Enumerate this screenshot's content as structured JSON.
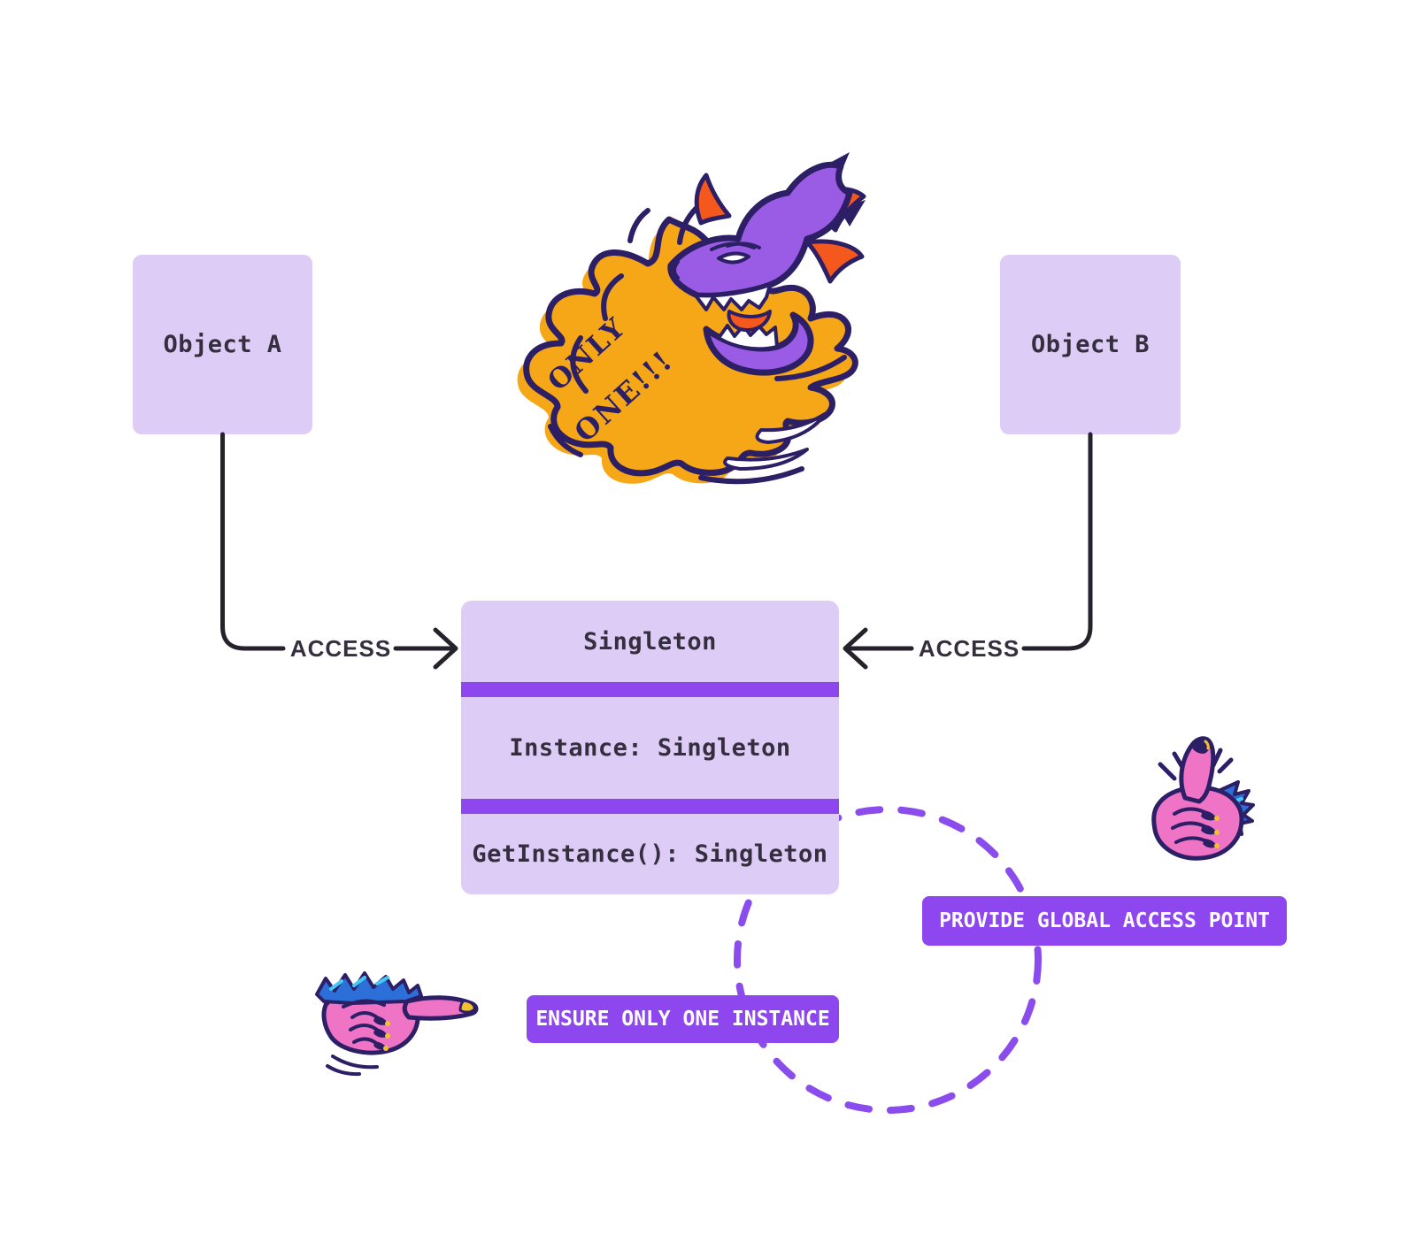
{
  "palette": {
    "background": "#ffffff",
    "box_fill": "#ddcdf6",
    "accent": "#8e46ef",
    "circle_stroke": "#8a4cec",
    "text_dark": "#352e3e",
    "line_dark": "#26222c",
    "label_text": "#ffffff",
    "flame_gold": "#f5a717",
    "flame_orange": "#f4581d",
    "dragon_purple": "#9a5ce4",
    "outline_navy": "#2d1f66",
    "hand_pink": "#ef74c6",
    "fur_blue": "#2d6fd8",
    "fur_cyan": "#45c8f5",
    "claw_yellow": "#f2c12e"
  },
  "diagram": {
    "object_a": {
      "label": "Object A"
    },
    "object_b": {
      "label": "Object B"
    },
    "singleton": {
      "title": "Singleton",
      "attribute": "Instance: Singleton",
      "method": "GetInstance(): Singleton"
    },
    "access_label": "ACCESS",
    "callouts": {
      "ensure": "ENSURE ONLY ONE INSTANCE",
      "provide": "PROVIDE GLOBAL ACCESS POINT"
    }
  },
  "illustrations": {
    "dragon": {
      "name": "fire-breathing-dragon-sticker",
      "text_line1": "ONLY",
      "text_line2": "ONE!!!"
    },
    "pointing_hand": {
      "name": "monster-hand-pointing"
    },
    "thumbs_up_hand": {
      "name": "monster-hand-thumbs-up"
    }
  }
}
